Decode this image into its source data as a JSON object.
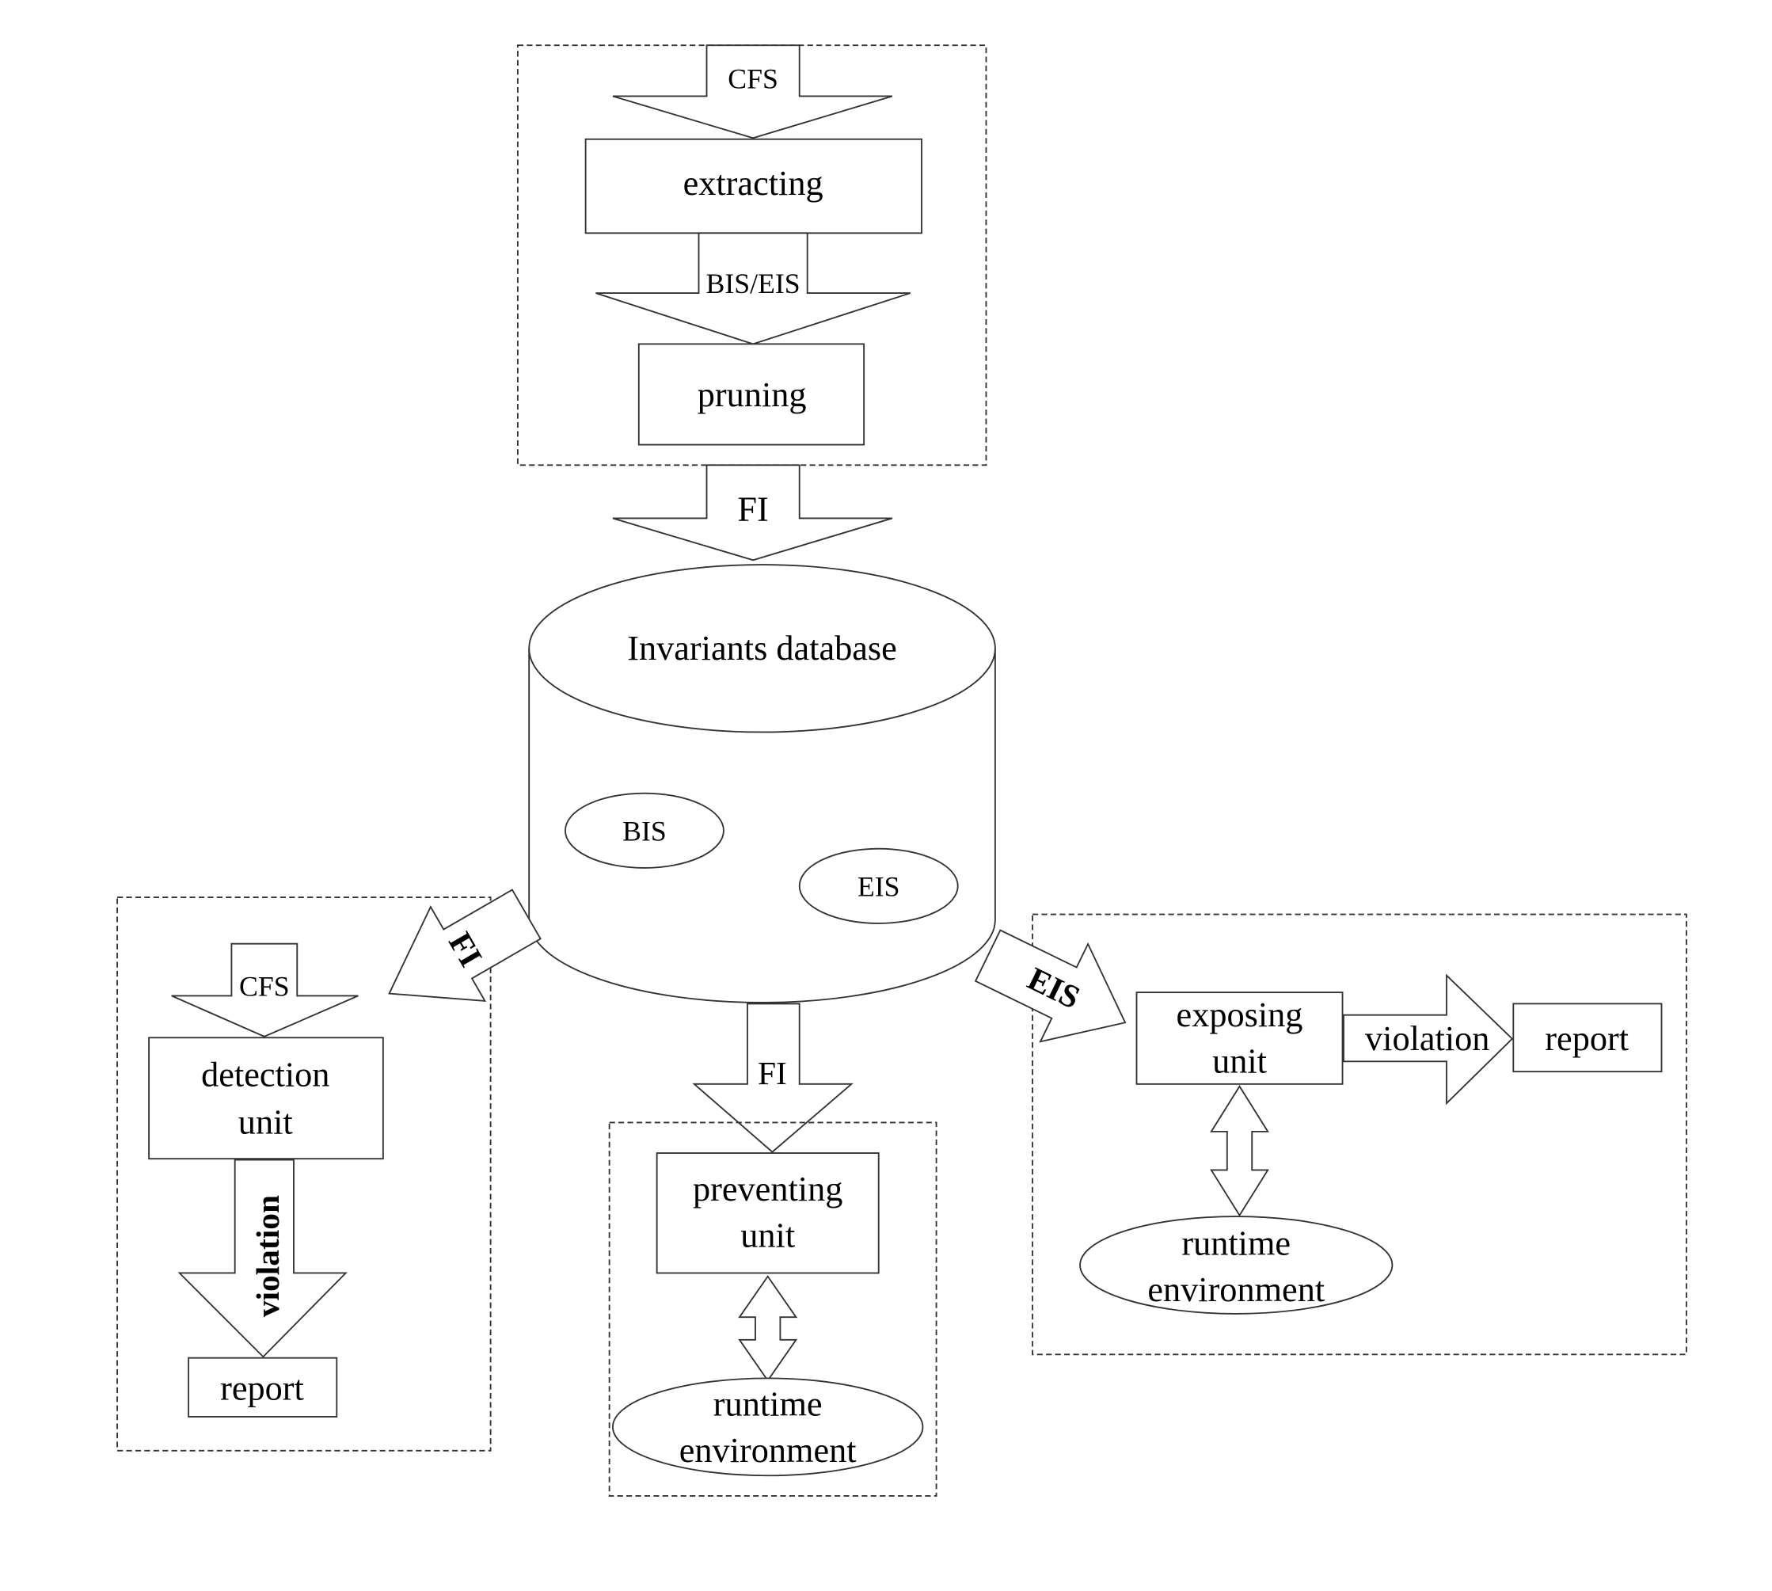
{
  "colors": {
    "stroke": "#333333",
    "background": "#ffffff"
  },
  "top_group": {
    "cfs_arrow": "CFS",
    "extracting": "extracting",
    "bis_eis_arrow": "BIS/EIS",
    "pruning": "pruning"
  },
  "fi_arrow_top": "FI",
  "database": {
    "title": "Invariants database",
    "bis": "BIS",
    "eis": "EIS"
  },
  "left_group": {
    "fi_arrow": "FI",
    "cfs_arrow": "CFS",
    "detection_line1": "detection",
    "detection_line2": "unit",
    "violation_arrow": "violation",
    "report": "report"
  },
  "middle_group": {
    "fi_arrow": "FI",
    "preventing_line1": "preventing",
    "preventing_line2": "unit",
    "runtime_line1": "runtime",
    "runtime_line2": "environment"
  },
  "right_group": {
    "eis_arrow": "EIS",
    "exposing_line1": "exposing",
    "exposing_line2": "unit",
    "violation_arrow": "violation",
    "report": "report",
    "runtime_line1": "runtime",
    "runtime_line2": "environment"
  }
}
